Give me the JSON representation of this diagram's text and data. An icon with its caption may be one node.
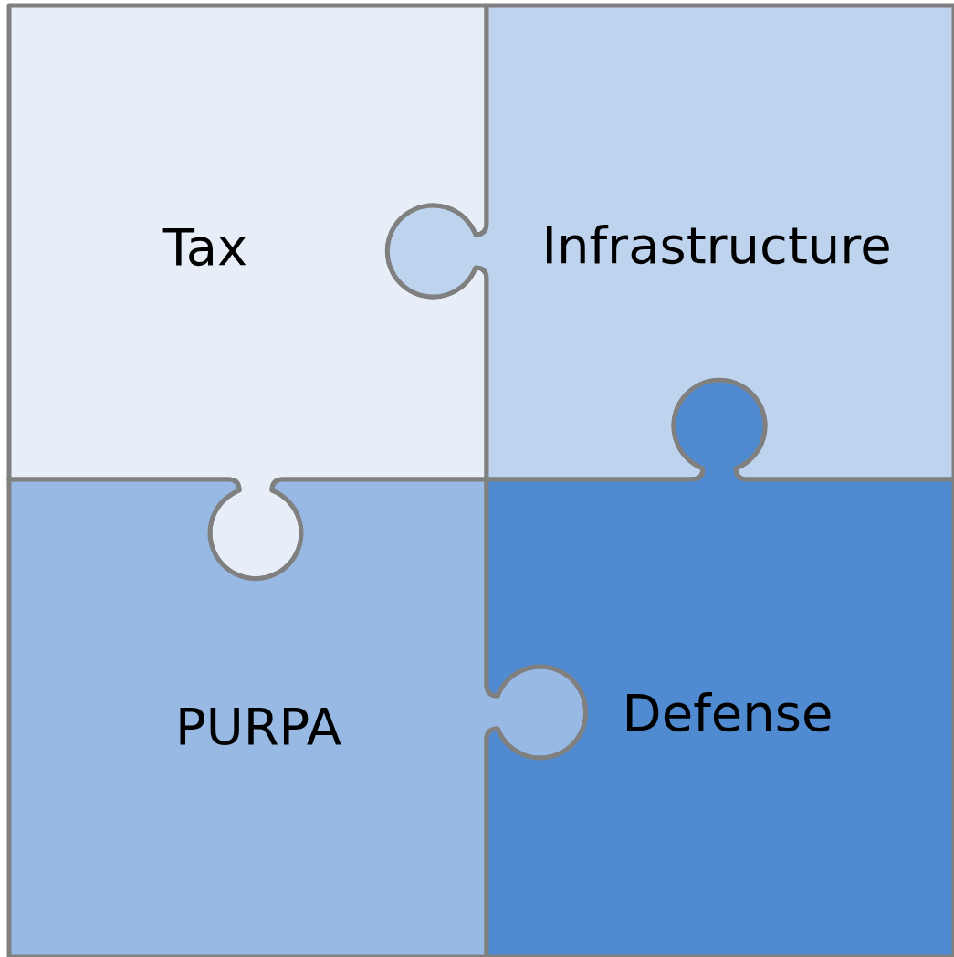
{
  "diagram": {
    "nodes": [
      {
        "text": [
          "Tax"
        ]
      },
      {
        "text": [
          "Infrastructure"
        ]
      },
      {
        "text": [
          "PURPA"
        ]
      },
      {
        "text": [
          "Defense"
        ]
      }
    ]
  }
}
